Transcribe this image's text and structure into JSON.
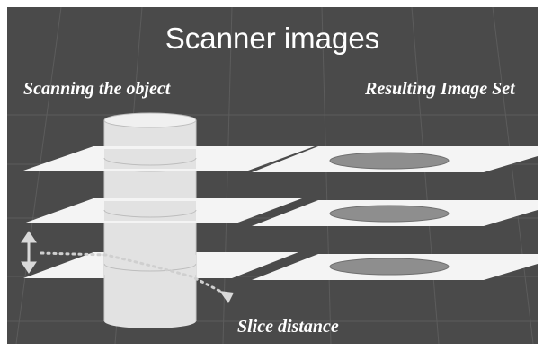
{
  "slide": {
    "title": "Scanner images",
    "left_heading": "Scanning the object",
    "right_heading": "Resulting Image Set",
    "slice_label": "Slice distance"
  },
  "colors": {
    "background": "#4a4a4a",
    "grid": "#5e5e5e",
    "plane": "#f4f4f4",
    "cylinder": "#e2e2e2",
    "ellipse_fill": "#8e8e8e",
    "arrow": "#d9d9d9"
  },
  "diagram": {
    "slice_count": 3
  }
}
